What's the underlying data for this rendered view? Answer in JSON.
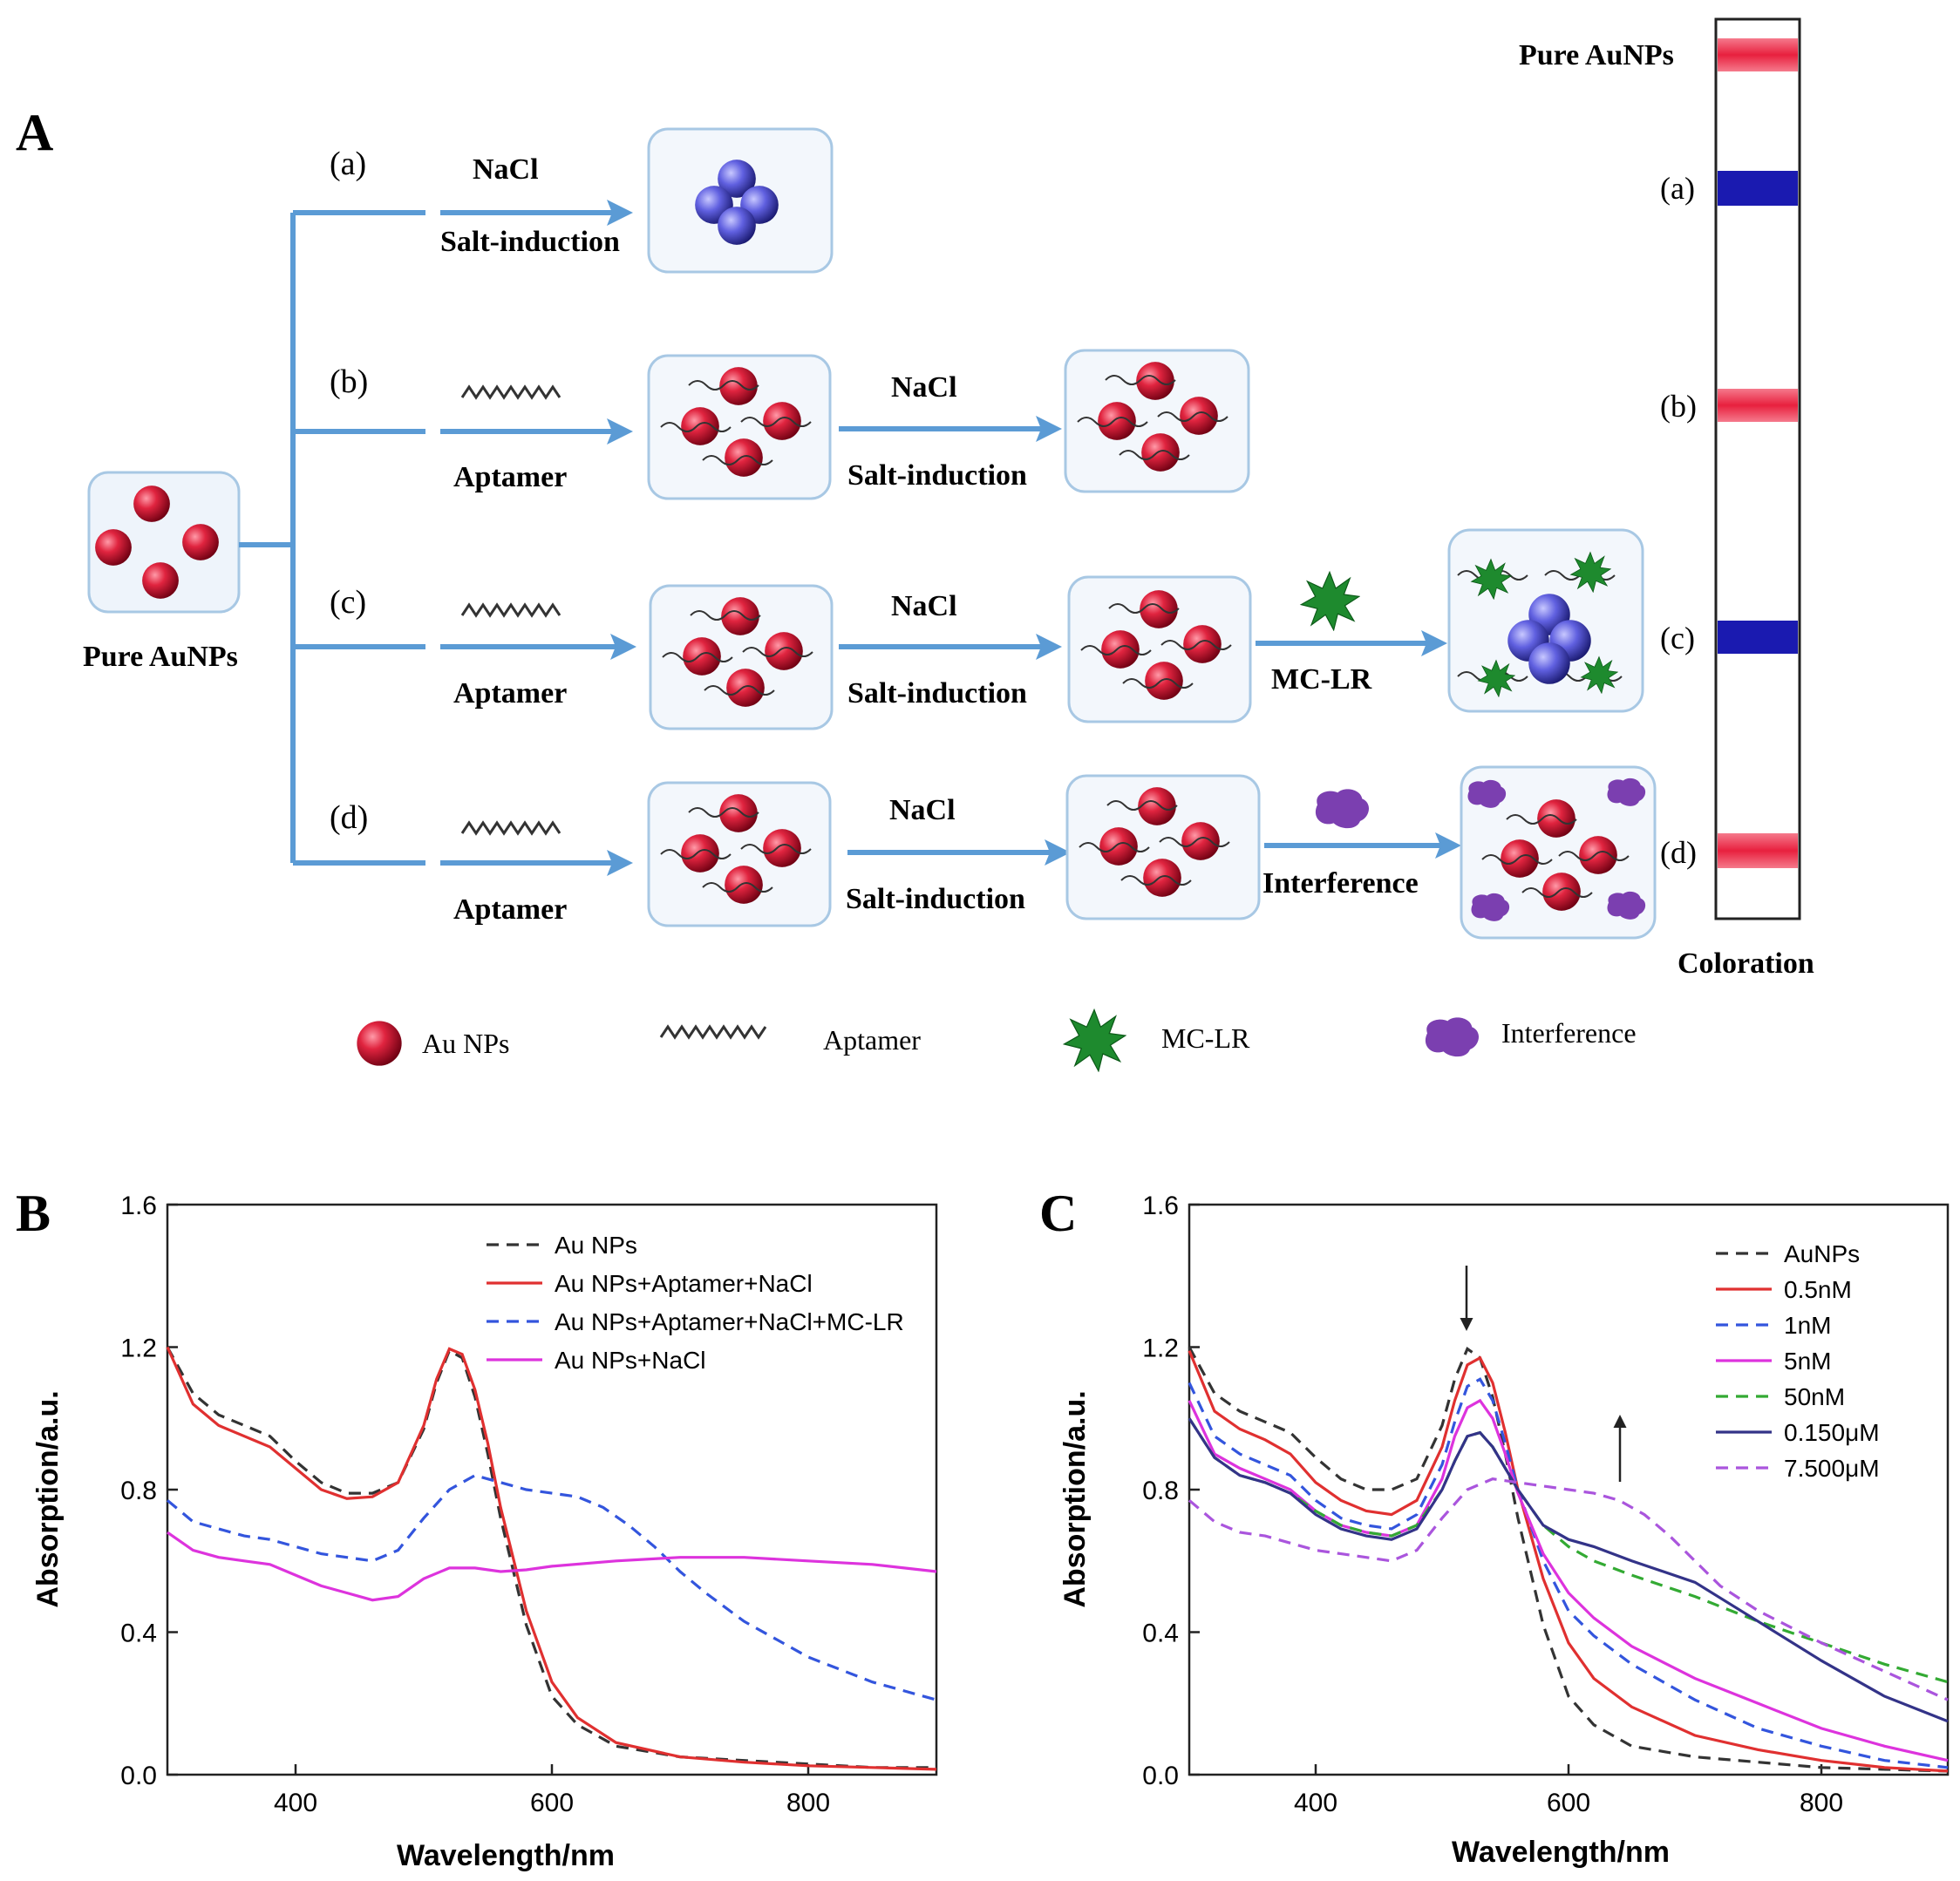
{
  "panel_a": {
    "label": "A",
    "pure_label": "Pure  AuNPs",
    "rows": [
      {
        "id": "(a)",
        "reagent": "NaCl",
        "step": "Salt-induction"
      },
      {
        "id": "(b)",
        "reagent1": "Aptamer",
        "reagent2": "NaCl",
        "step2": "Salt-induction"
      },
      {
        "id": "(c)",
        "reagent1": "Aptamer",
        "reagent2": "NaCl",
        "step2": "Salt-induction",
        "reagent3": "MC-LR"
      },
      {
        "id": "(d)",
        "reagent1": "Aptamer",
        "reagent2": "NaCl",
        "step2": "Salt-induction",
        "reagent3": "Interference"
      }
    ],
    "coloration": {
      "title": "Coloration",
      "bands": [
        {
          "label": "Pure  AuNPs",
          "color": "#e8344f"
        },
        {
          "label": "(a)",
          "color": "#1a1ab0"
        },
        {
          "label": "(b)",
          "color": "#e8344f"
        },
        {
          "label": "(c)",
          "color": "#1a1ab0"
        },
        {
          "label": "(d)",
          "color": "#e8344f"
        }
      ]
    },
    "legend": [
      {
        "label": "Au NPs",
        "icon": "red-sphere-icon"
      },
      {
        "label": "Aptamer",
        "icon": "aptamer-wave-icon"
      },
      {
        "label": "MC-LR",
        "icon": "mc-lr-star-icon"
      },
      {
        "label": "Interference",
        "icon": "interference-blob-icon"
      }
    ],
    "colors": {
      "arrow": "#5b9bd5",
      "gold_np": "#d81b3c",
      "aggregate": "#5a5adc",
      "mclr": "#1e8a2e",
      "interference": "#7b3fb0"
    }
  },
  "chart_data": [
    {
      "panel_label": "B",
      "type": "line",
      "xlabel": "Wavelength/nm",
      "ylabel": "Absorption/a.u.",
      "xlim": [
        300,
        900
      ],
      "ylim": [
        0,
        1.6
      ],
      "xticks": [
        400,
        600,
        800
      ],
      "yticks": [
        "0.0",
        "0.4",
        "0.8",
        "1.2",
        "1.6"
      ],
      "legend_position": "top-right",
      "series": [
        {
          "name": "Au NPs",
          "color": "#333333",
          "dash": true,
          "x": [
            300,
            320,
            340,
            360,
            380,
            400,
            420,
            440,
            460,
            480,
            500,
            510,
            520,
            530,
            540,
            550,
            560,
            580,
            600,
            620,
            650,
            700,
            750,
            800,
            850,
            900
          ],
          "y": [
            1.2,
            1.07,
            1.01,
            0.98,
            0.95,
            0.88,
            0.82,
            0.79,
            0.79,
            0.82,
            0.97,
            1.1,
            1.19,
            1.17,
            1.06,
            0.9,
            0.72,
            0.42,
            0.22,
            0.14,
            0.08,
            0.05,
            0.04,
            0.03,
            0.02,
            0.02
          ]
        },
        {
          "name": "Au NPs+Aptamer+NaCl",
          "color": "#e03030",
          "dash": false,
          "x": [
            300,
            320,
            340,
            360,
            380,
            400,
            420,
            440,
            460,
            480,
            500,
            510,
            520,
            530,
            540,
            550,
            560,
            580,
            600,
            620,
            650,
            700,
            750,
            800,
            850,
            900
          ],
          "y": [
            1.2,
            1.04,
            0.98,
            0.95,
            0.92,
            0.86,
            0.8,
            0.775,
            0.78,
            0.82,
            0.98,
            1.11,
            1.195,
            1.18,
            1.08,
            0.93,
            0.75,
            0.46,
            0.26,
            0.16,
            0.09,
            0.05,
            0.035,
            0.025,
            0.02,
            0.015
          ]
        },
        {
          "name": "Au NPs+Aptamer+NaCl+MC-LR",
          "color": "#3355dd",
          "dash": true,
          "x": [
            300,
            320,
            340,
            360,
            380,
            400,
            420,
            440,
            460,
            480,
            500,
            520,
            540,
            560,
            580,
            600,
            620,
            640,
            660,
            680,
            700,
            720,
            750,
            800,
            850,
            900
          ],
          "y": [
            0.77,
            0.71,
            0.69,
            0.67,
            0.66,
            0.64,
            0.62,
            0.61,
            0.6,
            0.63,
            0.72,
            0.8,
            0.84,
            0.82,
            0.8,
            0.79,
            0.78,
            0.75,
            0.7,
            0.64,
            0.57,
            0.51,
            0.43,
            0.33,
            0.26,
            0.21
          ]
        },
        {
          "name": "Au NPs+NaCl",
          "color": "#dd33dd",
          "dash": false,
          "x": [
            300,
            320,
            340,
            360,
            380,
            400,
            420,
            440,
            460,
            480,
            500,
            520,
            540,
            560,
            580,
            600,
            650,
            700,
            750,
            800,
            850,
            900
          ],
          "y": [
            0.68,
            0.63,
            0.61,
            0.6,
            0.59,
            0.56,
            0.53,
            0.51,
            0.49,
            0.5,
            0.55,
            0.58,
            0.58,
            0.57,
            0.575,
            0.585,
            0.6,
            0.61,
            0.61,
            0.6,
            0.59,
            0.57
          ]
        }
      ]
    },
    {
      "panel_label": "C",
      "type": "line",
      "xlabel": "Wavelength/nm",
      "ylabel": "Absorption/a.u.",
      "xlim": [
        300,
        900
      ],
      "ylim": [
        0,
        1.6
      ],
      "xticks": [
        400,
        600,
        800
      ],
      "yticks": [
        "0.0",
        "0.4",
        "0.8",
        "1.2",
        "1.6"
      ],
      "legend_position": "top-right",
      "series": [
        {
          "name": "AuNPs",
          "color": "#333333",
          "dash": true,
          "x": [
            300,
            320,
            340,
            360,
            380,
            400,
            420,
            440,
            460,
            480,
            500,
            510,
            520,
            530,
            540,
            550,
            560,
            580,
            600,
            620,
            650,
            700,
            750,
            800,
            850,
            900
          ],
          "y": [
            1.2,
            1.07,
            1.02,
            0.99,
            0.96,
            0.89,
            0.83,
            0.8,
            0.8,
            0.83,
            0.98,
            1.11,
            1.195,
            1.17,
            1.06,
            0.9,
            0.72,
            0.42,
            0.22,
            0.14,
            0.08,
            0.05,
            0.035,
            0.02,
            0.015,
            0.01
          ]
        },
        {
          "name": "0.5nM",
          "color": "#e03030",
          "dash": false,
          "x": [
            300,
            320,
            340,
            360,
            380,
            400,
            420,
            440,
            460,
            480,
            500,
            510,
            520,
            530,
            540,
            550,
            560,
            580,
            600,
            620,
            650,
            700,
            750,
            800,
            850,
            900
          ],
          "y": [
            1.19,
            1.02,
            0.97,
            0.94,
            0.9,
            0.82,
            0.77,
            0.74,
            0.73,
            0.77,
            0.92,
            1.05,
            1.15,
            1.17,
            1.1,
            0.96,
            0.8,
            0.55,
            0.37,
            0.27,
            0.19,
            0.11,
            0.07,
            0.04,
            0.02,
            0.01
          ]
        },
        {
          "name": "1nM",
          "color": "#3355dd",
          "dash": true,
          "x": [
            300,
            320,
            340,
            360,
            380,
            400,
            420,
            440,
            460,
            480,
            500,
            510,
            520,
            530,
            540,
            550,
            560,
            580,
            600,
            620,
            650,
            700,
            750,
            800,
            850,
            900
          ],
          "y": [
            1.1,
            0.95,
            0.9,
            0.87,
            0.84,
            0.77,
            0.72,
            0.7,
            0.69,
            0.73,
            0.87,
            0.99,
            1.09,
            1.11,
            1.05,
            0.93,
            0.8,
            0.6,
            0.46,
            0.39,
            0.31,
            0.21,
            0.13,
            0.08,
            0.04,
            0.02
          ]
        },
        {
          "name": "5nM",
          "color": "#dd33dd",
          "dash": false,
          "x": [
            300,
            320,
            340,
            360,
            380,
            400,
            420,
            440,
            460,
            480,
            500,
            510,
            520,
            530,
            540,
            550,
            560,
            580,
            600,
            620,
            650,
            700,
            750,
            800,
            850,
            900
          ],
          "y": [
            1.05,
            0.9,
            0.86,
            0.83,
            0.8,
            0.74,
            0.7,
            0.68,
            0.67,
            0.7,
            0.83,
            0.95,
            1.03,
            1.05,
            1.0,
            0.9,
            0.79,
            0.62,
            0.51,
            0.44,
            0.36,
            0.27,
            0.2,
            0.13,
            0.08,
            0.04
          ]
        },
        {
          "name": "50nM",
          "color": "#33aa33",
          "dash": true,
          "x": [
            300,
            320,
            340,
            360,
            380,
            400,
            420,
            440,
            460,
            480,
            500,
            510,
            520,
            530,
            540,
            550,
            560,
            580,
            600,
            620,
            650,
            700,
            750,
            800,
            850,
            900
          ],
          "y": [
            1.0,
            0.89,
            0.84,
            0.82,
            0.79,
            0.74,
            0.7,
            0.68,
            0.67,
            0.7,
            0.8,
            0.88,
            0.95,
            0.96,
            0.92,
            0.86,
            0.8,
            0.7,
            0.64,
            0.6,
            0.56,
            0.5,
            0.43,
            0.37,
            0.31,
            0.26
          ]
        },
        {
          "name": "0.150μM",
          "color": "#333388",
          "dash": false,
          "x": [
            300,
            320,
            340,
            360,
            380,
            400,
            420,
            440,
            460,
            480,
            500,
            510,
            520,
            530,
            540,
            550,
            560,
            580,
            600,
            620,
            650,
            700,
            750,
            800,
            850,
            900
          ],
          "y": [
            1.0,
            0.89,
            0.84,
            0.82,
            0.79,
            0.73,
            0.69,
            0.67,
            0.66,
            0.69,
            0.8,
            0.88,
            0.95,
            0.96,
            0.92,
            0.86,
            0.8,
            0.7,
            0.66,
            0.64,
            0.6,
            0.54,
            0.43,
            0.32,
            0.22,
            0.15
          ]
        },
        {
          "name": "7.500μM",
          "color": "#aa55dd",
          "dash": true,
          "x": [
            300,
            320,
            340,
            360,
            380,
            400,
            420,
            440,
            460,
            480,
            500,
            520,
            540,
            560,
            580,
            600,
            620,
            640,
            660,
            680,
            700,
            720,
            750,
            800,
            850,
            900
          ],
          "y": [
            0.77,
            0.71,
            0.68,
            0.67,
            0.65,
            0.63,
            0.62,
            0.61,
            0.6,
            0.63,
            0.72,
            0.8,
            0.83,
            0.82,
            0.81,
            0.8,
            0.79,
            0.77,
            0.73,
            0.67,
            0.6,
            0.53,
            0.46,
            0.37,
            0.29,
            0.21
          ]
        }
      ]
    }
  ]
}
